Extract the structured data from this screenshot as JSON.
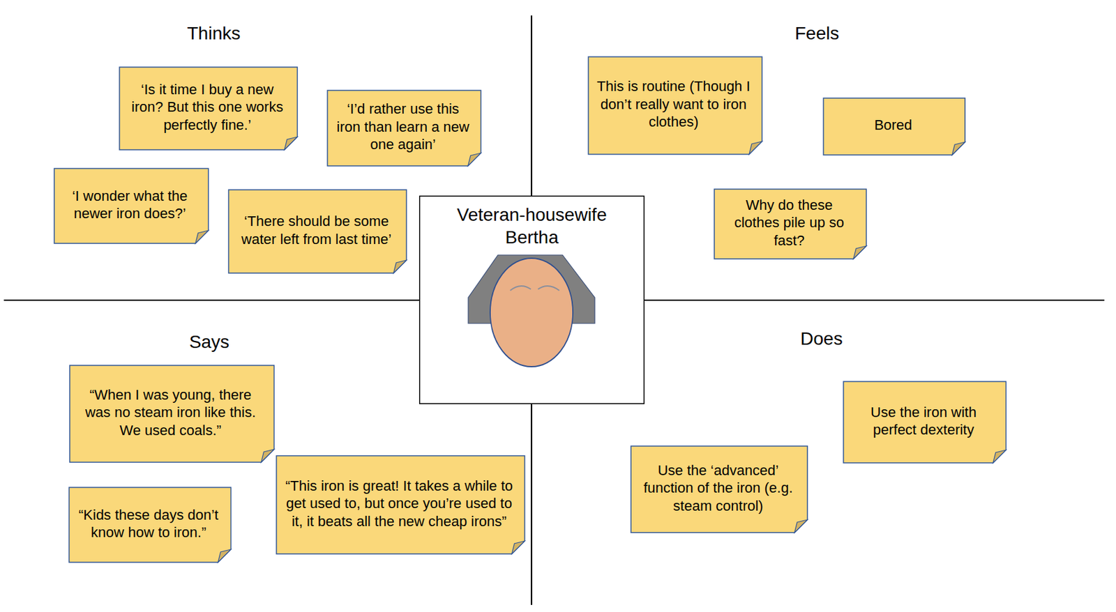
{
  "diagram": {
    "nodes": [
      {
        "text": [
          "‘Is it time I buy a new iron? But this one works perfectly fine.’"
        ]
      },
      {
        "text": [
          "‘I’d rather use this iron than learn a new one again’"
        ]
      },
      {
        "text": [
          "‘I wonder what the newer iron does?’"
        ]
      },
      {
        "text": [
          "‘There should be some water left from last time’"
        ]
      },
      {
        "text": [
          "This is routine (Though I don’t really want to iron clothes)"
        ]
      },
      {
        "text": [
          "Bored"
        ]
      },
      {
        "text": [
          "Why do these clothes pile up so fast?"
        ]
      },
      {
        "text": [
          "Veteran-housewife Bertha"
        ]
      },
      {
        "text": [
          "“When I was young, there was no steam iron like this. We used coals.”"
        ]
      },
      {
        "text": [
          "“Kids these days don’t know how to iron.”"
        ]
      },
      {
        "text": [
          "“This iron is great! It takes a while to get used to, but once you’re used to it, it beats all the new cheap irons”"
        ]
      },
      {
        "text": [
          "Use the iron with perfect dexterity"
        ]
      },
      {
        "text": [
          "Use the ‘advanced’ function of the iron (e.g. steam control)"
        ]
      }
    ],
    "labels": [
      "Thinks",
      "Feels",
      "Says",
      "Does"
    ]
  }
}
